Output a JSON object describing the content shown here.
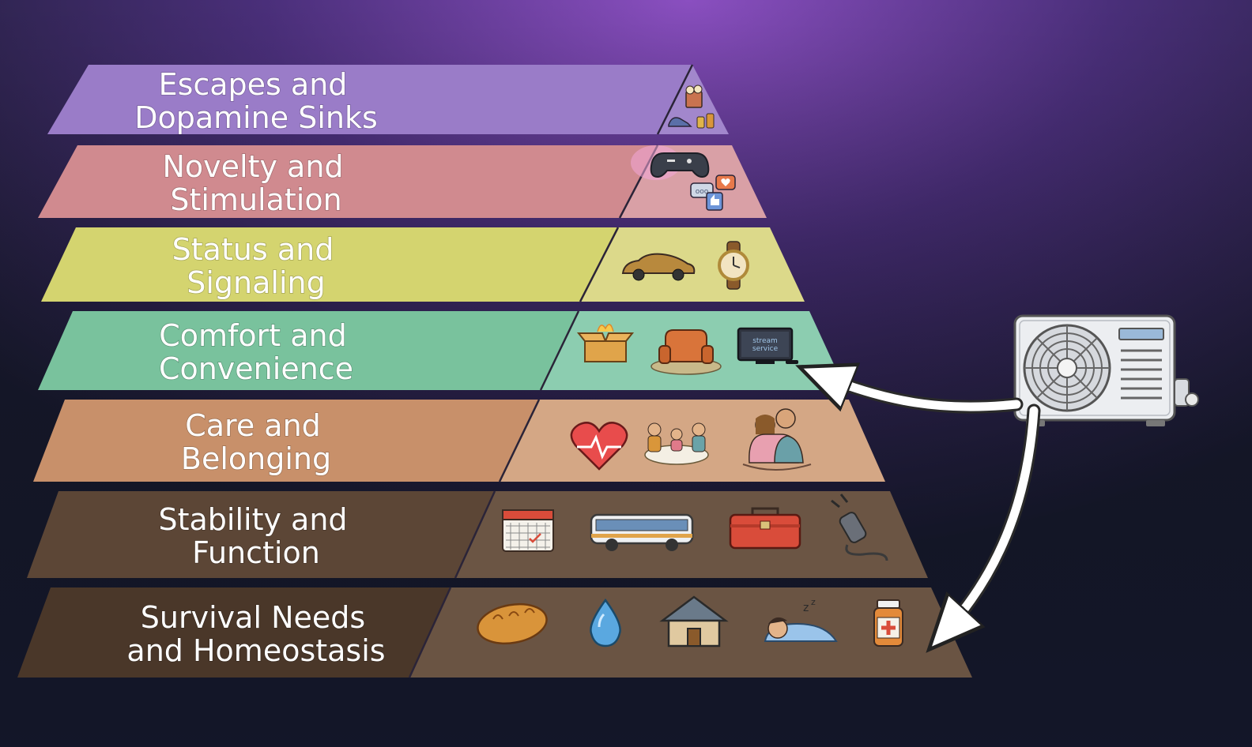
{
  "diagram": {
    "type": "pyramid",
    "tiers": [
      {
        "id": "escapes",
        "line1": "Escapes and",
        "line2": "Dopamine Sinks",
        "left_color": "#9a7cc8",
        "right_color": "#a287cc",
        "icons": [
          "popcorn-bucket-icon",
          "sneakers-icon",
          "perfume-bottles-icon"
        ]
      },
      {
        "id": "novelty",
        "line1": "Novelty and",
        "line2": "Stimulation",
        "left_color": "#d08a8f",
        "right_color": "#d9a0a6",
        "icons": [
          "game-controller-icon",
          "chat-bubble-icon",
          "like-thumb-icon",
          "notification-heart-icon"
        ]
      },
      {
        "id": "status",
        "line1": "Status and",
        "line2": "Signaling",
        "left_color": "#d4d46f",
        "right_color": "#dcd98a",
        "icons": [
          "sports-car-icon",
          "wristwatch-icon"
        ]
      },
      {
        "id": "comfort",
        "line1": "Comfort and",
        "line2": "Convenience",
        "left_color": "#79c29d",
        "right_color": "#8ccdb0",
        "icons": [
          "delivery-box-icon",
          "armchair-icon",
          "stream-tv-icon"
        ],
        "tv_text": [
          "stream",
          "service"
        ]
      },
      {
        "id": "care",
        "line1": "Care and",
        "line2": "Belonging",
        "left_color": "#c8906a",
        "right_color": "#d4a785",
        "icons": [
          "heart-pulse-icon",
          "family-dinner-icon",
          "hug-icon"
        ]
      },
      {
        "id": "stability",
        "line1": "Stability and",
        "line2": "Function",
        "left_color": "#5c4636",
        "right_color": "#6b5544",
        "icons": [
          "calendar-icon",
          "bus-icon",
          "toolbox-icon",
          "power-plug-icon"
        ]
      },
      {
        "id": "survival",
        "line1": "Survival Needs",
        "line2": "and Homeostasis",
        "left_color": "#4a3729",
        "right_color": "#6a5443",
        "icons": [
          "bread-icon",
          "water-drop-icon",
          "house-icon",
          "sleeping-person-icon",
          "medicine-bottle-icon"
        ]
      }
    ],
    "connector": {
      "object": "air-conditioner-icon",
      "arrows": [
        {
          "from": "air-conditioner",
          "to": "comfort"
        },
        {
          "from": "air-conditioner",
          "to": "survival"
        }
      ]
    }
  }
}
